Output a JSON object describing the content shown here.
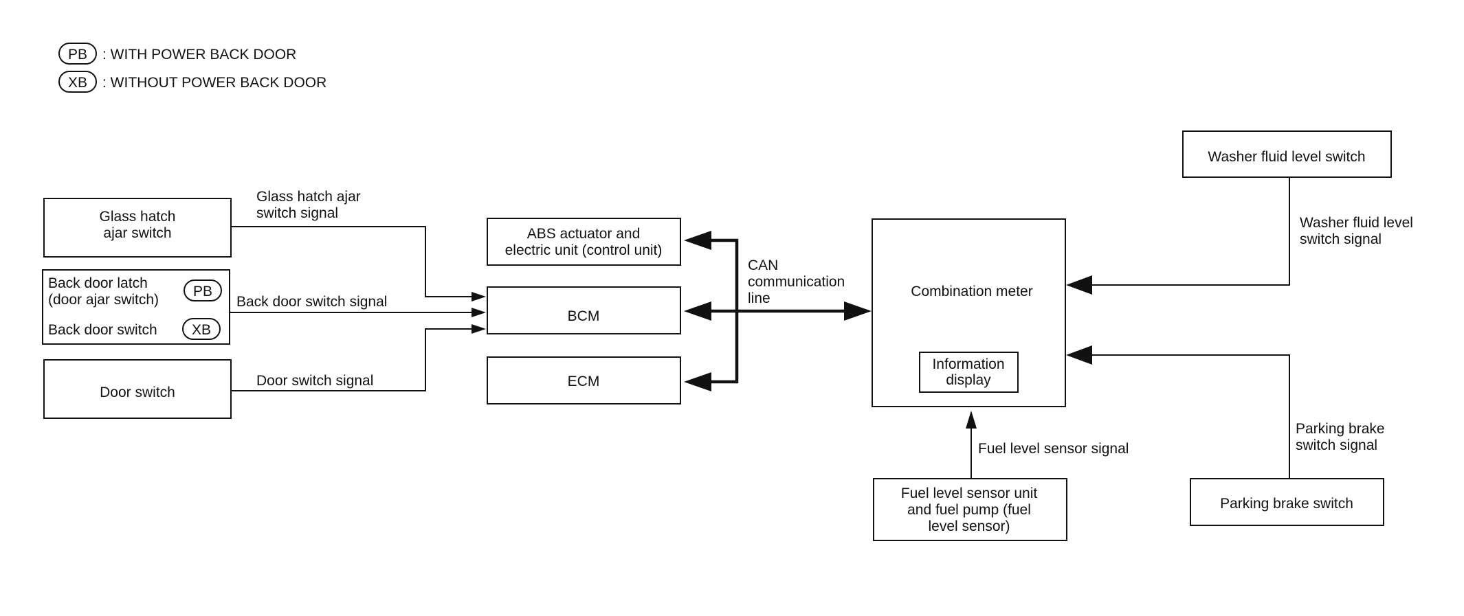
{
  "legend": [
    {
      "badge": "PB",
      "text": ": WITH POWER BACK DOOR"
    },
    {
      "badge": "XB",
      "text": ": WITHOUT POWER BACK DOOR"
    }
  ],
  "components": {
    "glass_hatch_ajar_switch": [
      "Glass hatch",
      "ajar switch"
    ],
    "back_door_latch": [
      "Back door latch",
      "(door ajar switch)"
    ],
    "back_door_latch_badge": "PB",
    "back_door_switch": "Back door switch",
    "back_door_switch_badge": "XB",
    "door_switch": "Door switch",
    "abs_actuator": [
      "ABS actuator and",
      "electric unit (control unit)"
    ],
    "bcm": "BCM",
    "ecm": "ECM",
    "combination_meter": "Combination meter",
    "information_display": [
      "Information",
      "display"
    ],
    "washer_fluid_level_switch": "Washer fluid level switch",
    "parking_brake_switch": "Parking brake switch",
    "fuel_level_sensor_unit": [
      "Fuel level sensor unit",
      "and fuel pump (fuel",
      "level sensor)"
    ]
  },
  "signals": {
    "glass_hatch_ajar_switch_signal": [
      "Glass hatch ajar",
      "switch signal"
    ],
    "back_door_switch_signal": "Back door switch signal",
    "door_switch_signal": "Door switch signal",
    "can_communication_line": [
      "CAN",
      "communication",
      "line"
    ],
    "washer_fluid_level_switch_signal": [
      "Washer fluid level",
      "switch signal"
    ],
    "parking_brake_switch_signal": [
      "Parking brake",
      "switch signal"
    ],
    "fuel_level_sensor_signal": "Fuel level sensor signal"
  }
}
